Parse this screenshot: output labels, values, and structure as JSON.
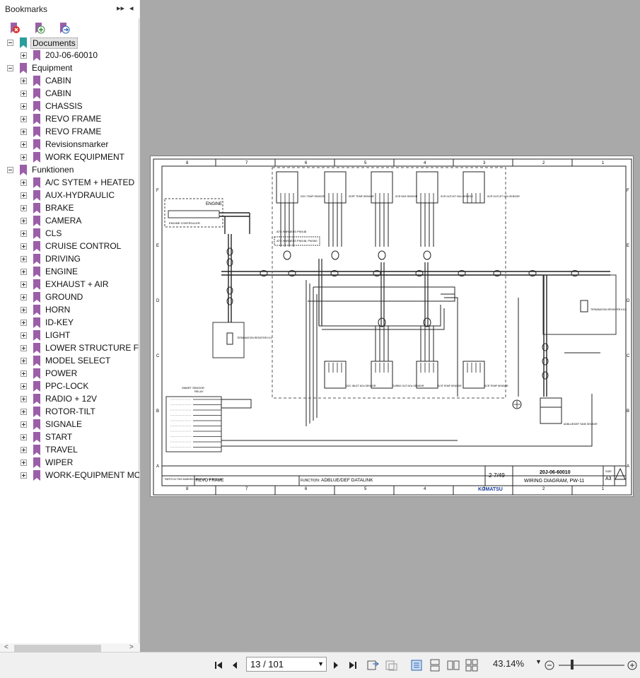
{
  "sidebar": {
    "title": "Bookmarks",
    "header_buttons": [
      "▸▸",
      "◂"
    ],
    "toolbar_icons": [
      "delete-bookmark-icon",
      "add-bookmark-icon",
      "go-to-bookmark-icon"
    ],
    "tree": [
      {
        "label": "Documents",
        "level": 0,
        "expanded": true,
        "selected": true,
        "color": "#2a9d9d"
      },
      {
        "label": "20J-06-60010",
        "level": 1,
        "expanded": false
      },
      {
        "label": "Equipment",
        "level": 0,
        "expanded": true
      },
      {
        "label": "CABIN",
        "level": 1,
        "expanded": false
      },
      {
        "label": "CABIN",
        "level": 1,
        "expanded": false
      },
      {
        "label": "CHASSIS",
        "level": 1,
        "expanded": false
      },
      {
        "label": "REVO FRAME",
        "level": 1,
        "expanded": false
      },
      {
        "label": "REVO FRAME",
        "level": 1,
        "expanded": false
      },
      {
        "label": "Revisionsmarker",
        "level": 1,
        "expanded": false
      },
      {
        "label": "WORK EQUIPMENT",
        "level": 1,
        "expanded": false
      },
      {
        "label": "Funktionen",
        "level": 0,
        "expanded": true
      },
      {
        "label": "A/C SYTEM + HEATED",
        "level": 1,
        "expanded": false
      },
      {
        "label": "AUX-HYDRAULIC",
        "level": 1,
        "expanded": false
      },
      {
        "label": "BRAKE",
        "level": 1,
        "expanded": false
      },
      {
        "label": "CAMERA",
        "level": 1,
        "expanded": false
      },
      {
        "label": "CLS",
        "level": 1,
        "expanded": false
      },
      {
        "label": "CRUISE CONTROL",
        "level": 1,
        "expanded": false
      },
      {
        "label": "DRIVING",
        "level": 1,
        "expanded": false
      },
      {
        "label": "ENGINE",
        "level": 1,
        "expanded": false
      },
      {
        "label": "EXHAUST + AIR",
        "level": 1,
        "expanded": false
      },
      {
        "label": "GROUND",
        "level": 1,
        "expanded": false
      },
      {
        "label": "HORN",
        "level": 1,
        "expanded": false
      },
      {
        "label": "ID-KEY",
        "level": 1,
        "expanded": false
      },
      {
        "label": "LIGHT",
        "level": 1,
        "expanded": false
      },
      {
        "label": "LOWER STRUCTURE FU",
        "level": 1,
        "expanded": false
      },
      {
        "label": "MODEL SELECT",
        "level": 1,
        "expanded": false
      },
      {
        "label": "POWER",
        "level": 1,
        "expanded": false
      },
      {
        "label": "PPC-LOCK",
        "level": 1,
        "expanded": false
      },
      {
        "label": "RADIO + 12V",
        "level": 1,
        "expanded": false
      },
      {
        "label": "ROTOR-TILT",
        "level": 1,
        "expanded": false
      },
      {
        "label": "SIGNALE",
        "level": 1,
        "expanded": false
      },
      {
        "label": "START",
        "level": 1,
        "expanded": false
      },
      {
        "label": "TRAVEL",
        "level": 1,
        "expanded": false
      },
      {
        "label": "WIPER",
        "level": 1,
        "expanded": false
      },
      {
        "label": "WORK-EQUIPMENT MO",
        "level": 1,
        "expanded": false
      }
    ],
    "bookmark_color": "#9b5fa8"
  },
  "document": {
    "zone_numbers": [
      "8",
      "7",
      "6",
      "5",
      "4",
      "3",
      "2",
      "1"
    ],
    "zone_letters": [
      "F",
      "E",
      "D",
      "C",
      "B",
      "A"
    ],
    "labels": {
      "engine": "ENGINE",
      "engine_controller": "ENGINE CONTROLLER",
      "smart_sensor": "SMART SENSOR",
      "relay": "RELAY",
      "termination_left": "TERMINATION RESISTER K11",
      "termination_right": "TERMINATION RESISTER K10",
      "ats_harness": "ATS HARNESS PW148",
      "ats_harness_2": "ATS HARNESS PW148, PW160",
      "sensors_top": [
        "DOC TEMP SENSOR",
        "XDPF TEMP SENSOR",
        "SCR NH3 SENSOR",
        "SCR OUTLET NOx SENSOR",
        "SCR OUTLET NOx SENSOR"
      ],
      "sensors_bottom": [
        "DOC INLET NOx SENSOR",
        "TURBO OUT NOx SENSOR",
        "SCR TEMP SENSOR",
        "SCR TEMP SENSOR"
      ],
      "tank_sensor": "ADBLUE/DEF TANK SENSOR"
    },
    "title_block": {
      "parts_note": "PARTS IN THIS MARKED AREA ARE LOCATED IN",
      "area": "REVO FRAME",
      "function_label": "FUNCTION:",
      "function": "ADBLUE/DEF DATALINK",
      "sheet": "2-7/49",
      "doc_number": "20J-06-60010",
      "diagram_title": "WIRING DIAGRAM, PW-11",
      "size_label": "SIZE",
      "size": "A3",
      "brand": "KOMATSU"
    }
  },
  "navbar": {
    "page_indicator": "13 / 101",
    "zoom": "43.14%"
  }
}
